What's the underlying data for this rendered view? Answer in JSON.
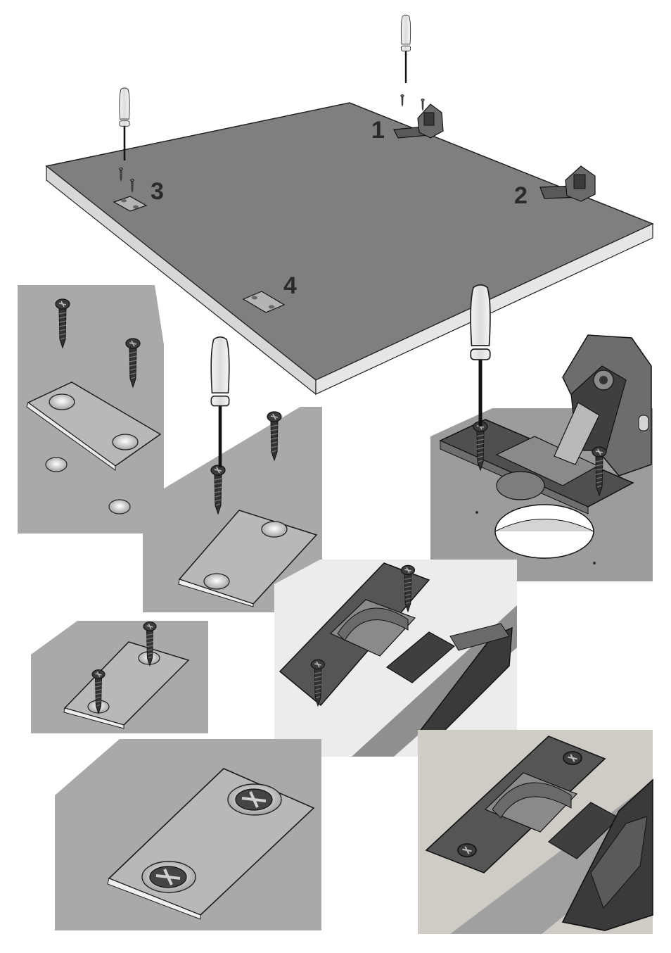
{
  "diagram": {
    "step_labels": [
      "1",
      "2",
      "3",
      "4"
    ],
    "colors": {
      "board_top": "#7f7f7f",
      "board_edge": "#d6d6d6",
      "panel_gray": "#a9a9a9",
      "panel_light": "#cfcfcf",
      "plate_fill": "#b4b4b4",
      "hinge_dark": "#5a5a5a",
      "outline": "#1a1a1a"
    },
    "icons": [
      "screwdriver-icon",
      "screw-icon",
      "mounting-plate-icon",
      "hinge-icon"
    ]
  }
}
